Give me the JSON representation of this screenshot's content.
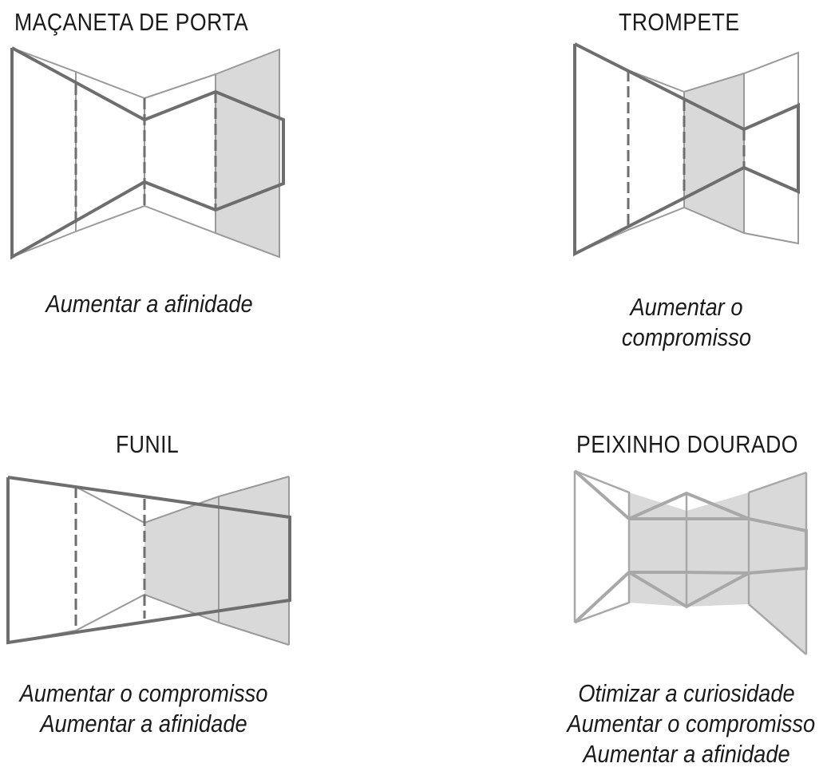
{
  "panels": [
    {
      "title": "MAÇANETA DE PORTA",
      "caption_lines": [
        "Aumentar a afinidade"
      ]
    },
    {
      "title": "TROMPETE",
      "caption_lines": [
        "Aumentar o",
        "compromisso"
      ]
    },
    {
      "title": "FUNIL",
      "caption_lines": [
        "Aumentar o compromisso",
        "Aumentar a afinidade"
      ]
    },
    {
      "title": "PEIXINHO DOURADO",
      "caption_lines": [
        "Otimizar a curiosidade",
        "Aumentar o compromisso",
        "Aumentar a afinidade"
      ]
    }
  ],
  "colors": {
    "shading": "#d9d9d9",
    "dark_line": "#6e6e6e",
    "light_line": "#9a9a9a"
  }
}
